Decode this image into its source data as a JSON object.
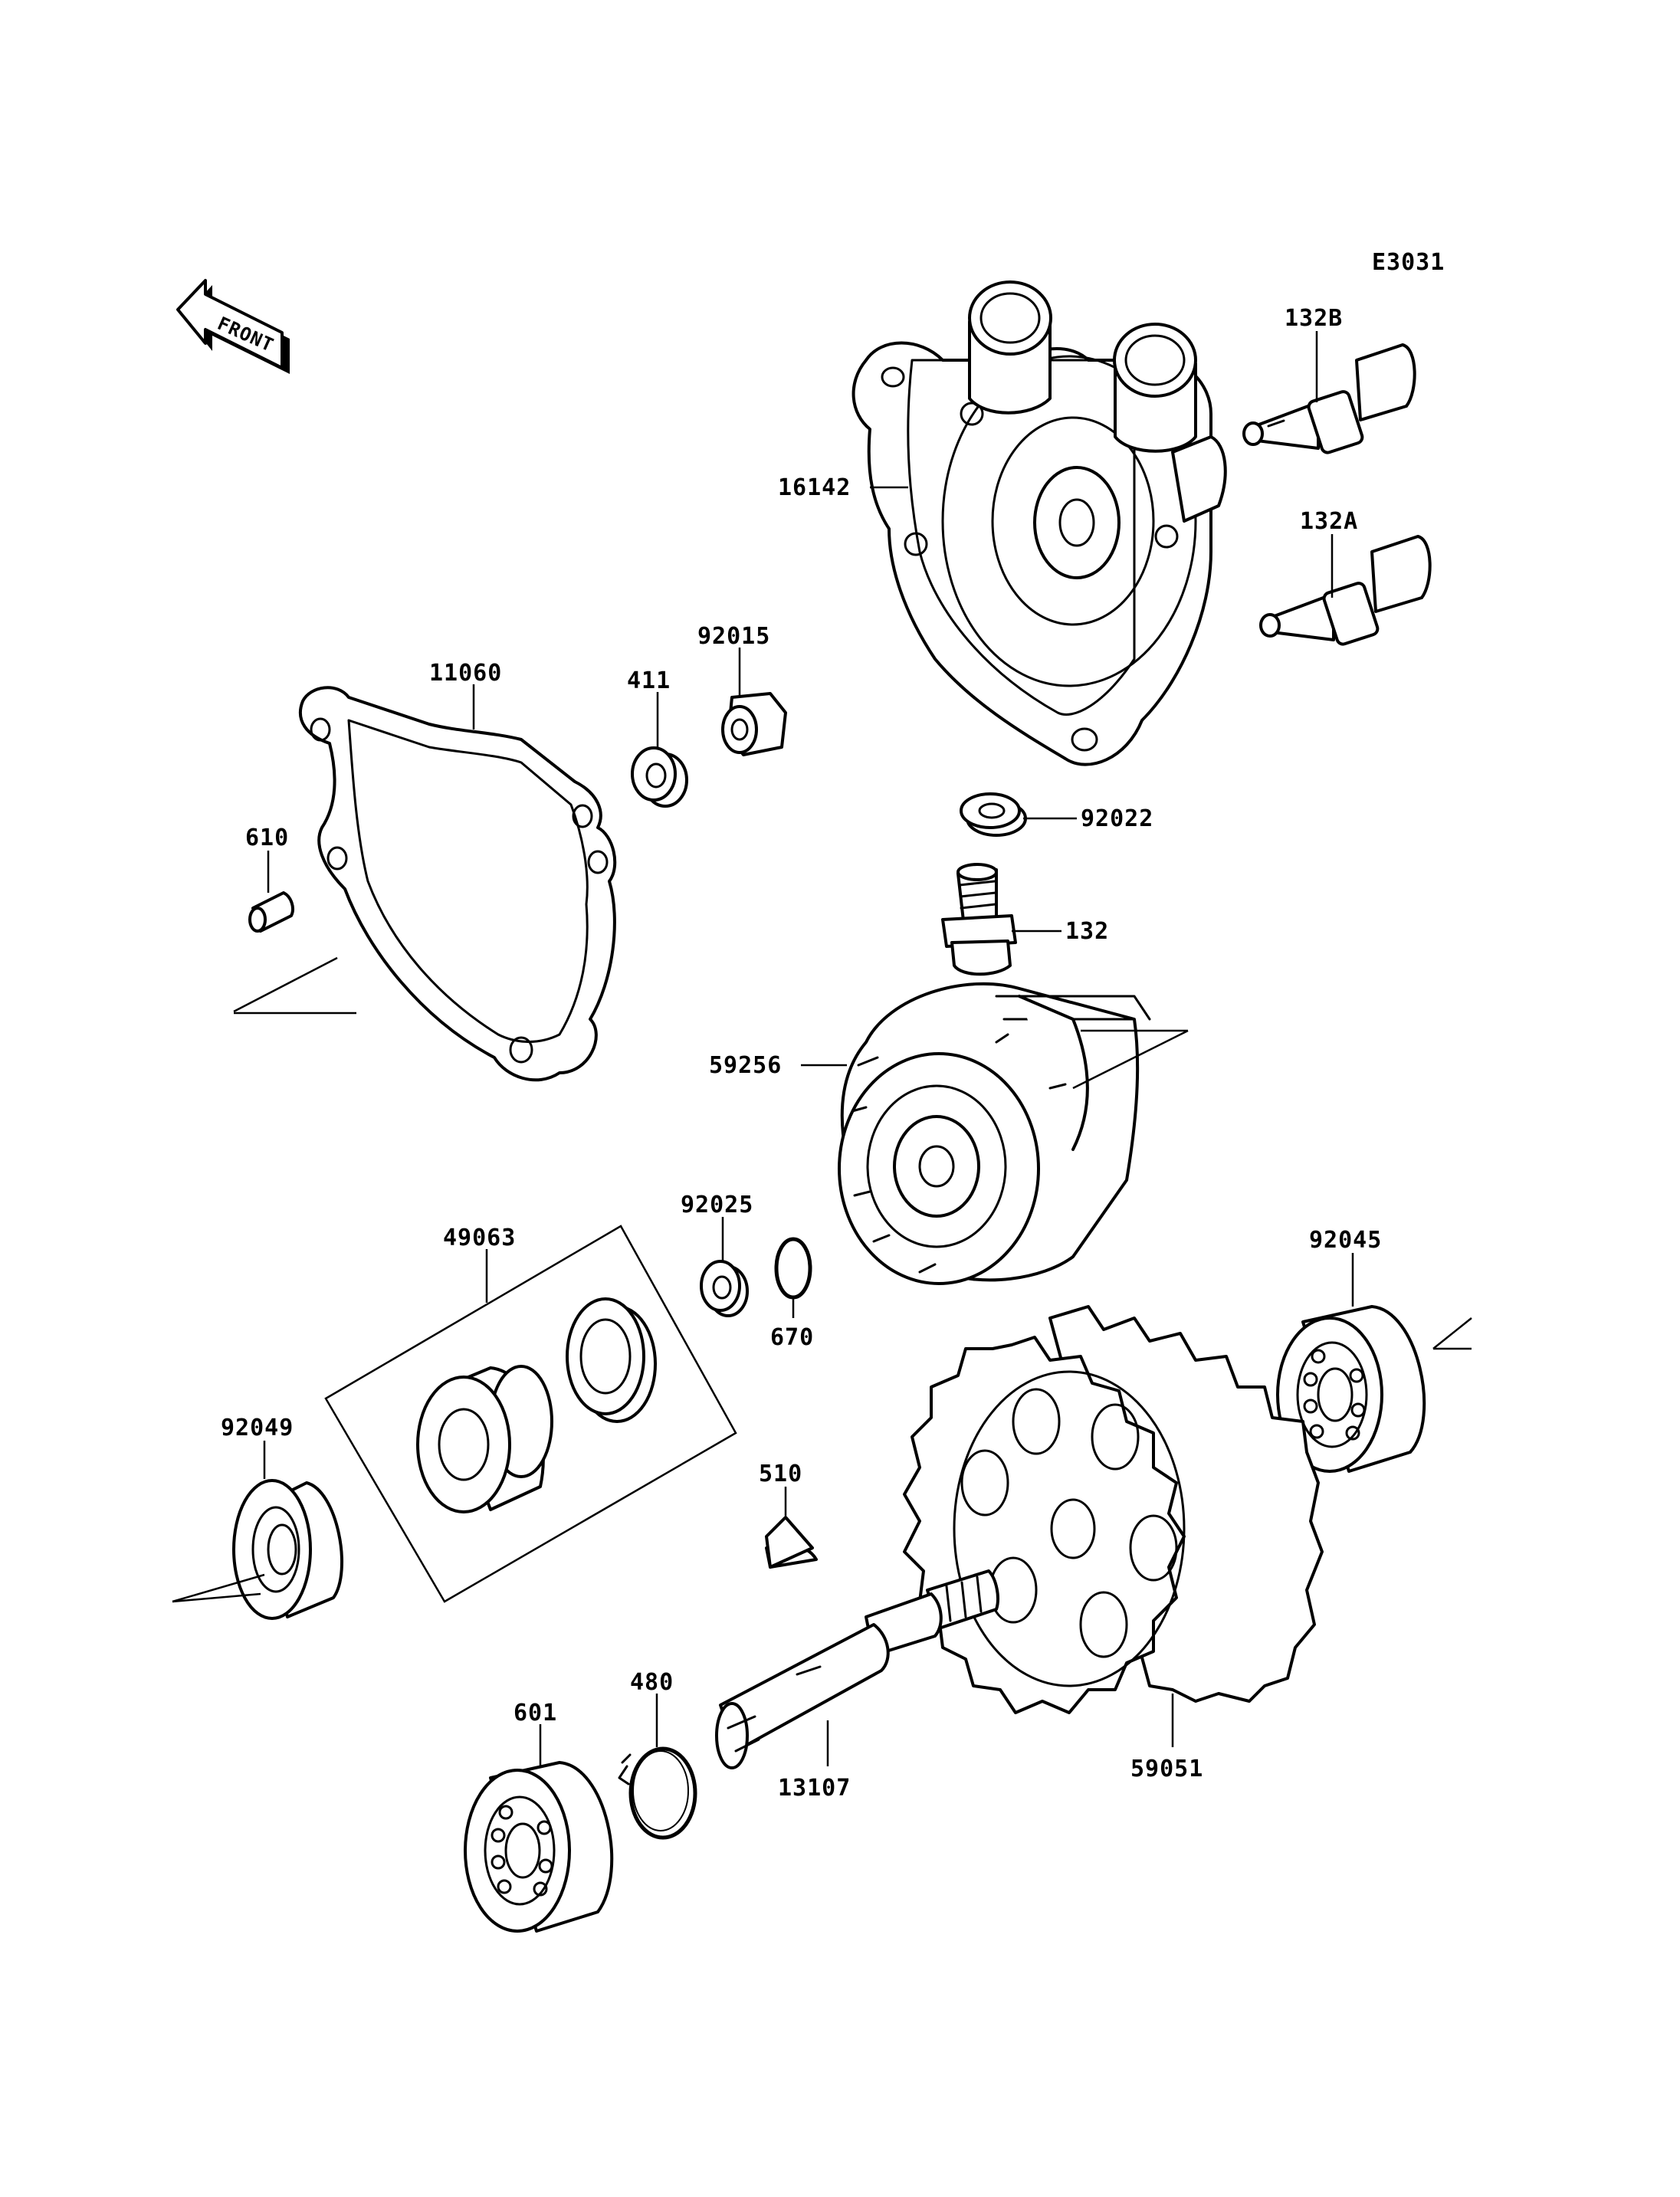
{
  "diagram": {
    "code": "E3031",
    "front_label": "FRONT",
    "labels": {
      "p16142": "16142",
      "p132B": "132B",
      "p132A": "132A",
      "p11060": "11060",
      "p411": "411",
      "p92015": "92015",
      "p610": "610",
      "p92022": "92022",
      "p132": "132",
      "p59256": "59256",
      "p92025": "92025",
      "p670": "670",
      "p49063": "49063",
      "p92045": "92045",
      "p92049": "92049",
      "p510": "510",
      "p480": "480",
      "p601": "601",
      "p13107": "13107",
      "p59051": "59051"
    }
  }
}
